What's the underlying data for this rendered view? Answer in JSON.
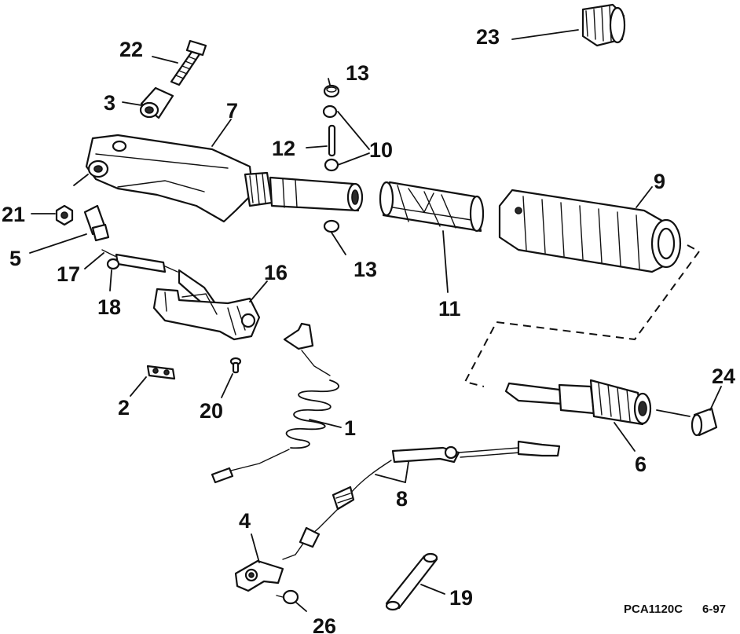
{
  "callouts": {
    "c1": "1",
    "c2": "2",
    "c3": "3",
    "c4": "4",
    "c5": "5",
    "c6": "6",
    "c7": "7",
    "c8": "8",
    "c9": "9",
    "c10": "10",
    "c11": "11",
    "c12": "12",
    "c13a": "13",
    "c13b": "13",
    "c16": "16",
    "c17": "17",
    "c18": "18",
    "c19": "19",
    "c20": "20",
    "c21": "21",
    "c22": "22",
    "c23": "23",
    "c24": "24",
    "c26": "26"
  },
  "footer": {
    "drawing_code": "PCA1120C",
    "date_code": "6-97"
  }
}
